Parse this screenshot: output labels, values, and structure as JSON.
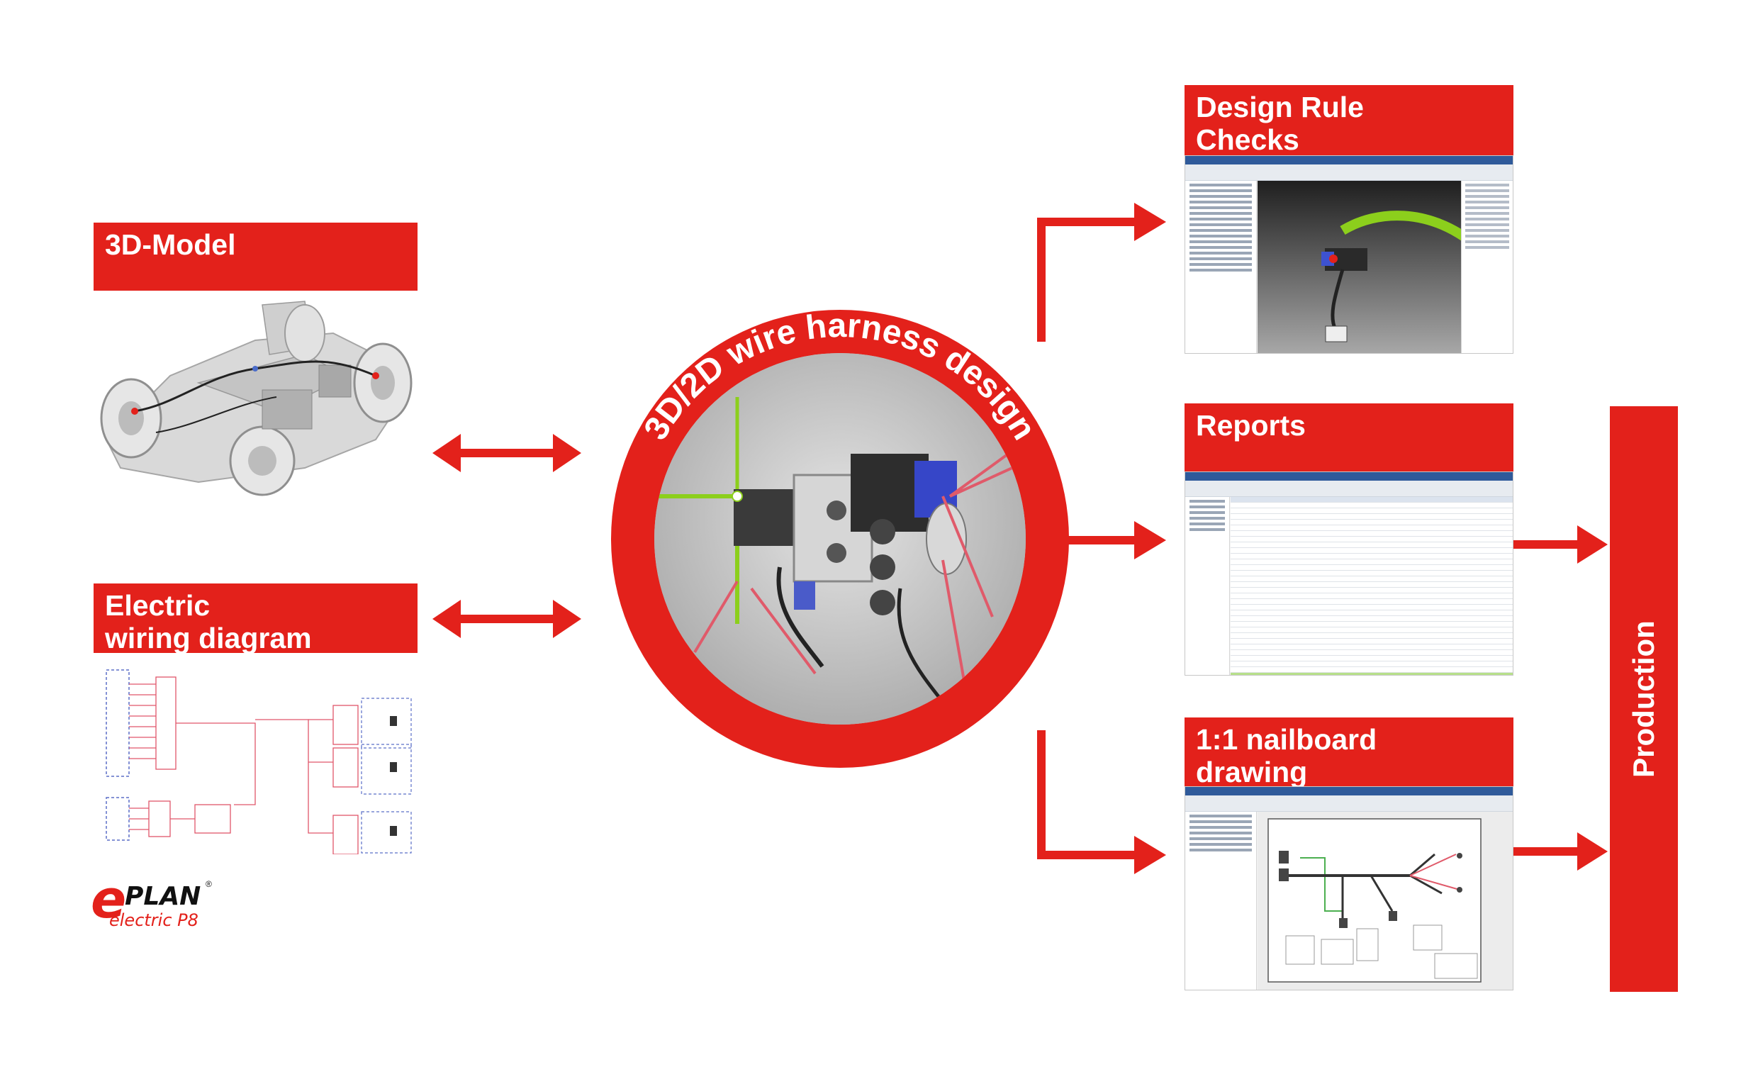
{
  "banners": {
    "model_3d": "3D-Model",
    "wiring_line1": "Electric",
    "wiring_line2": "wiring diagram",
    "drc_line1": "Design Rule",
    "drc_line2": "Checks",
    "reports": "Reports",
    "nailboard_line1": "1:1 nailboard",
    "nailboard_line2": "drawing"
  },
  "center": {
    "ring_text": "3D/2D wire harness design"
  },
  "production": {
    "label": "Production"
  },
  "logo": {
    "brand": "PLAN",
    "edition": "electric P8"
  },
  "colors": {
    "brand_red": "#e3211b",
    "wire_green": "#8ccf1c",
    "wire_pink": "#e05a6a"
  }
}
